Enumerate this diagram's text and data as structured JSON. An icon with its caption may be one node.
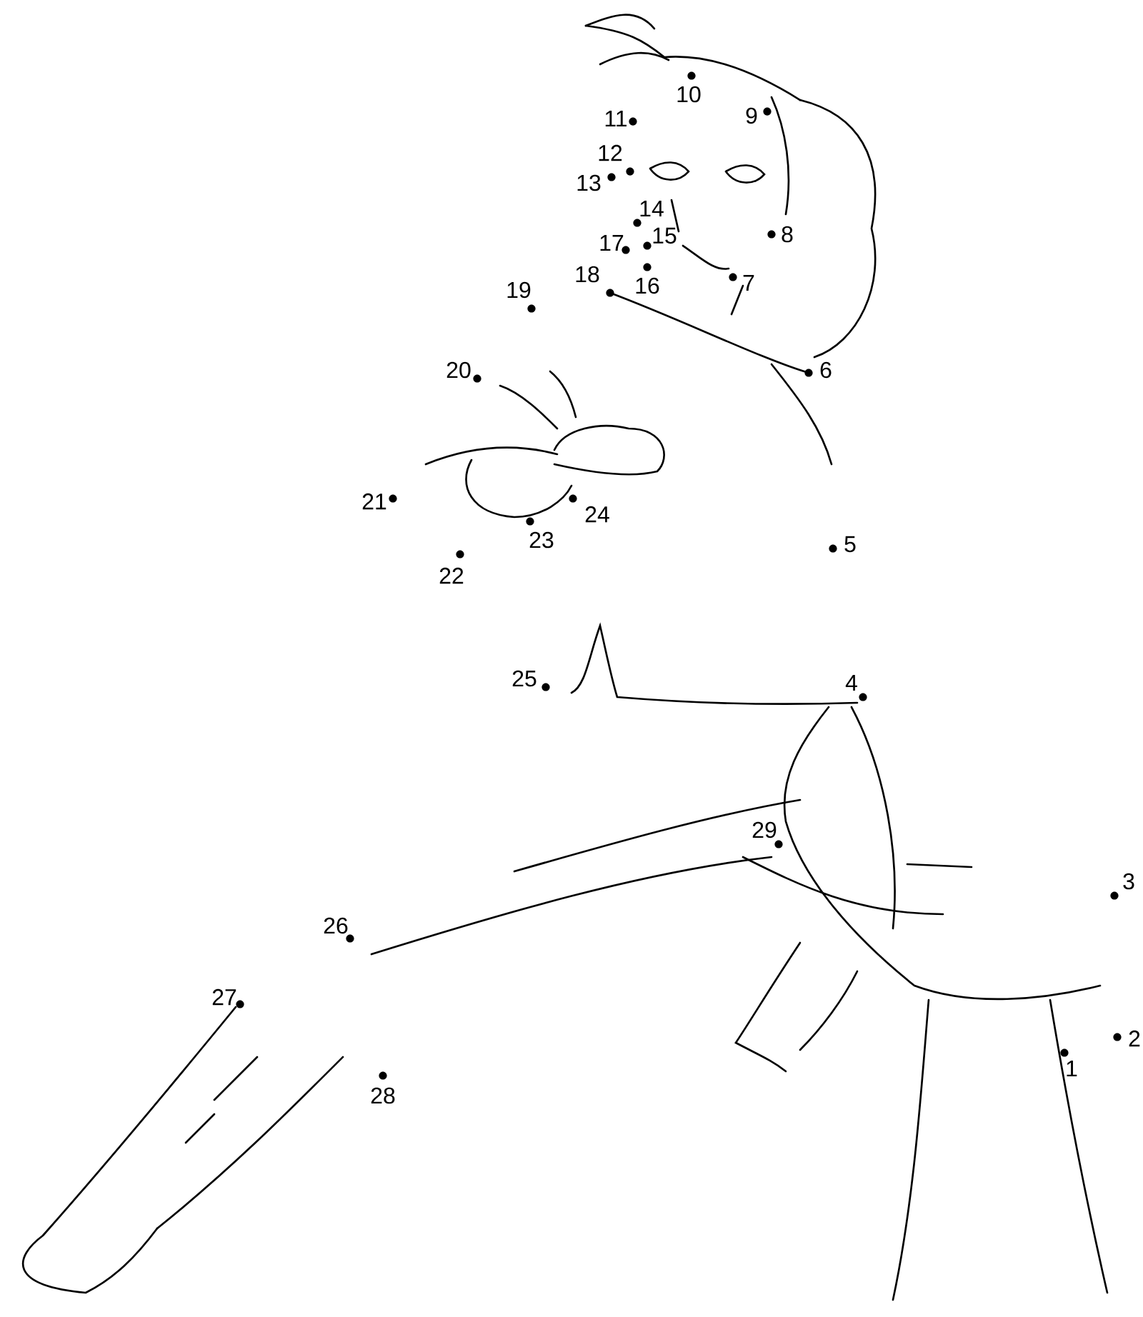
{
  "diagram": {
    "labels": [
      "1",
      "2",
      "3",
      "4",
      "5",
      "6",
      "7",
      "8",
      "9",
      "10",
      "11",
      "12",
      "13",
      "14",
      "15",
      "16",
      "17",
      "18",
      "19",
      "20",
      "21",
      "22",
      "23",
      "24",
      "25",
      "26",
      "27",
      "28",
      "29"
    ]
  }
}
